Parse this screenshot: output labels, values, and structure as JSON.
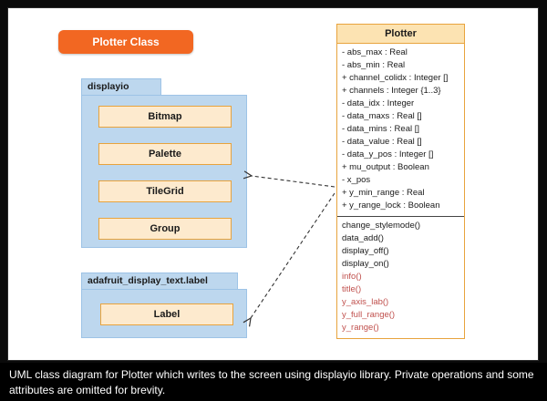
{
  "header": {
    "badge_label": "Plotter Class"
  },
  "packages": [
    {
      "name": "displayio",
      "classes": [
        "Bitmap",
        "Palette",
        "TileGrid",
        "Group"
      ]
    },
    {
      "name": "adafruit_display_text.label",
      "classes": [
        "Label"
      ]
    }
  ],
  "plotter": {
    "title": "Plotter",
    "attributes": [
      "- abs_max : Real",
      "- abs_min : Real",
      "+ channel_colidx : Integer []",
      "+ channels : Integer {1..3}",
      "- data_idx : Integer",
      "- data_maxs : Real []",
      "- data_mins : Real []",
      "- data_value : Real []",
      "- data_y_pos : Integer []",
      "+ mu_output : Boolean",
      "- x_pos",
      "+ y_min_range : Real",
      "+ y_range_lock : Boolean"
    ],
    "methods": [
      "change_stylemode()",
      "data_add()",
      "display_off()",
      "display_on()",
      "info()",
      "title()",
      "y_axis_lab()",
      "y_full_range()",
      "y_range()"
    ]
  },
  "colors": {
    "badge_orange": "#f26722",
    "package_blue": "#bdd7ee",
    "class_fill": "#fdeace",
    "class_border": "#e8a33d",
    "method_highlight": "#c0504d"
  },
  "caption": "UML class diagram for Plotter which writes to the screen using displayio library. Private operations and some attributes are omitted for brevity."
}
